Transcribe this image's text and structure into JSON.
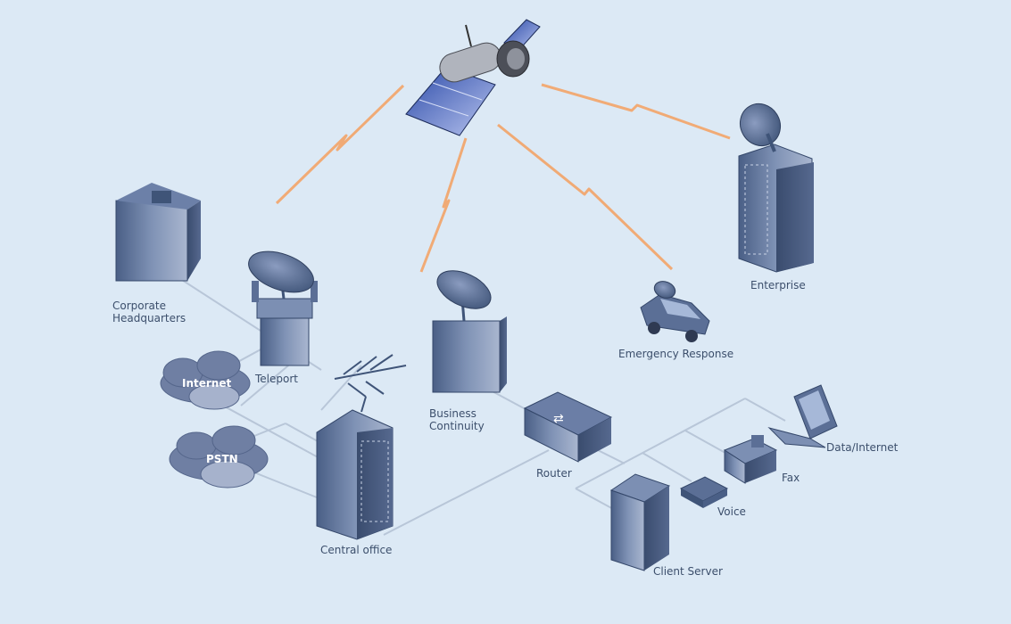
{
  "labels": {
    "corporate_hq": "Corporate\nHeadquarters",
    "teleport": "Teleport",
    "internet": "Internet",
    "pstn": "PSTN",
    "central_office": "Central office",
    "business_continuity": "Business\nContinuity",
    "router": "Router",
    "emergency_response": "Emergency Response",
    "enterprise": "Enterprise",
    "data_internet": "Data/Internet",
    "fax": "Fax",
    "voice": "Voice",
    "client_server": "Client Server"
  },
  "icons": {
    "satellite": "satellite-icon",
    "dish": "satellite-dish-icon",
    "building": "office-building-icon",
    "cloud": "cloud-icon",
    "router": "router-icon",
    "car": "car-icon",
    "laptop": "laptop-icon",
    "fax": "fax-icon",
    "phone": "phone-icon",
    "server": "server-icon",
    "antenna": "antenna-icon"
  },
  "colors": {
    "background": "#dce9f5",
    "link": "#b8c6d8",
    "beam": "#f3a468",
    "device_dark": "#3f5478",
    "device_mid": "#5b6f96",
    "device_light": "#9aa9c4",
    "cloud": "#7d8cae"
  }
}
